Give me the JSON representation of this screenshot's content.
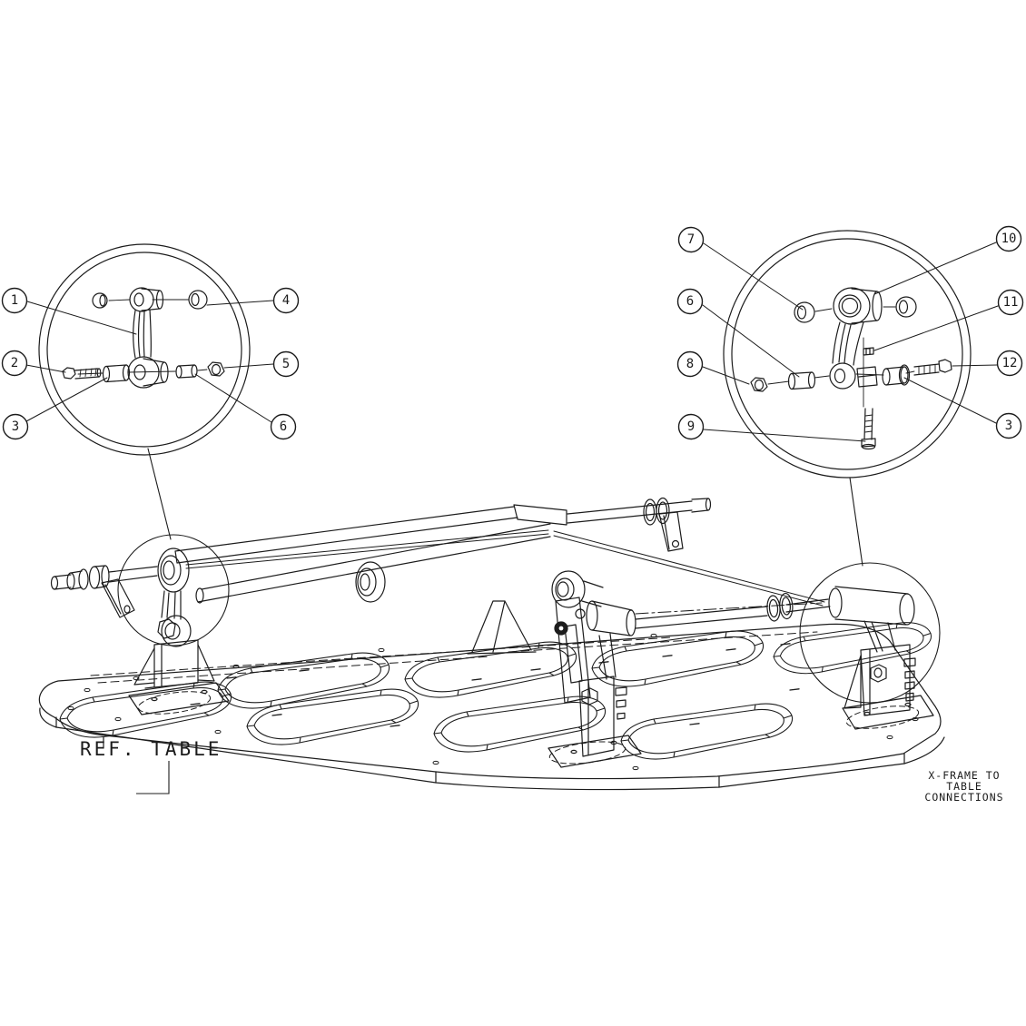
{
  "page": {
    "background": "#ffffff",
    "line_color": "#1c1c1c"
  },
  "labels": {
    "ref_table": "REF. TABLE",
    "caption_lines": [
      "X-FRAME TO",
      "TABLE",
      "CONNECTIONS"
    ]
  },
  "left_detail": {
    "balloons": [
      "1",
      "2",
      "3",
      "4",
      "5",
      "6"
    ]
  },
  "right_detail": {
    "balloons": [
      "7",
      "10",
      "6",
      "11",
      "8",
      "12",
      "9",
      "3"
    ]
  }
}
